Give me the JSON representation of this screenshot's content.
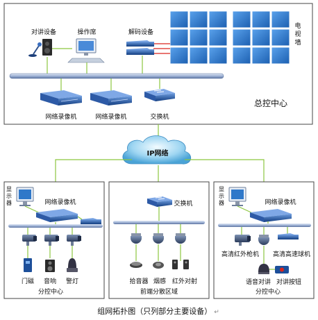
{
  "center": {
    "title": "总控中心",
    "intercom_label": "对讲设备",
    "operator_label": "操作席",
    "decoder_label": "解码设备",
    "video_wall_label": "电视墙",
    "nvr1_label": "网络录像机",
    "nvr2_label": "网络录像机",
    "switch_label": "交换机"
  },
  "cloud_label": "IP网络",
  "branches": {
    "left": {
      "monitor_label": "显示器",
      "nvr_label": "网络录像机",
      "door_label": "门磁",
      "speaker_label": "音响",
      "alarm_light_label": "警灯",
      "title": "分控中心"
    },
    "middle": {
      "switch_label": "交换机",
      "pickup_label": "拾音器",
      "smoke_label": "烟感",
      "ir_label": "红外对射",
      "title": "前端分散区域"
    },
    "right": {
      "monitor_label": "显示器",
      "nvr_label": "网络录像机",
      "ir_gun_label": "高清红外枪机",
      "dome_label": "高清高速球机",
      "voice_intercom_label": "语音对讲",
      "intercom_button_label": "对讲按钮",
      "title": "分控中心"
    }
  },
  "caption": "组网拓扑图（只列部分主要设备）",
  "caption_mark": "↵",
  "colors": {
    "frame": "#444444",
    "bus": "#7a8fb4",
    "green_link": "#8cc63f",
    "red_link": "#d9251d",
    "tile": "#2f78c9",
    "device_blue": "#1d4f9a"
  }
}
